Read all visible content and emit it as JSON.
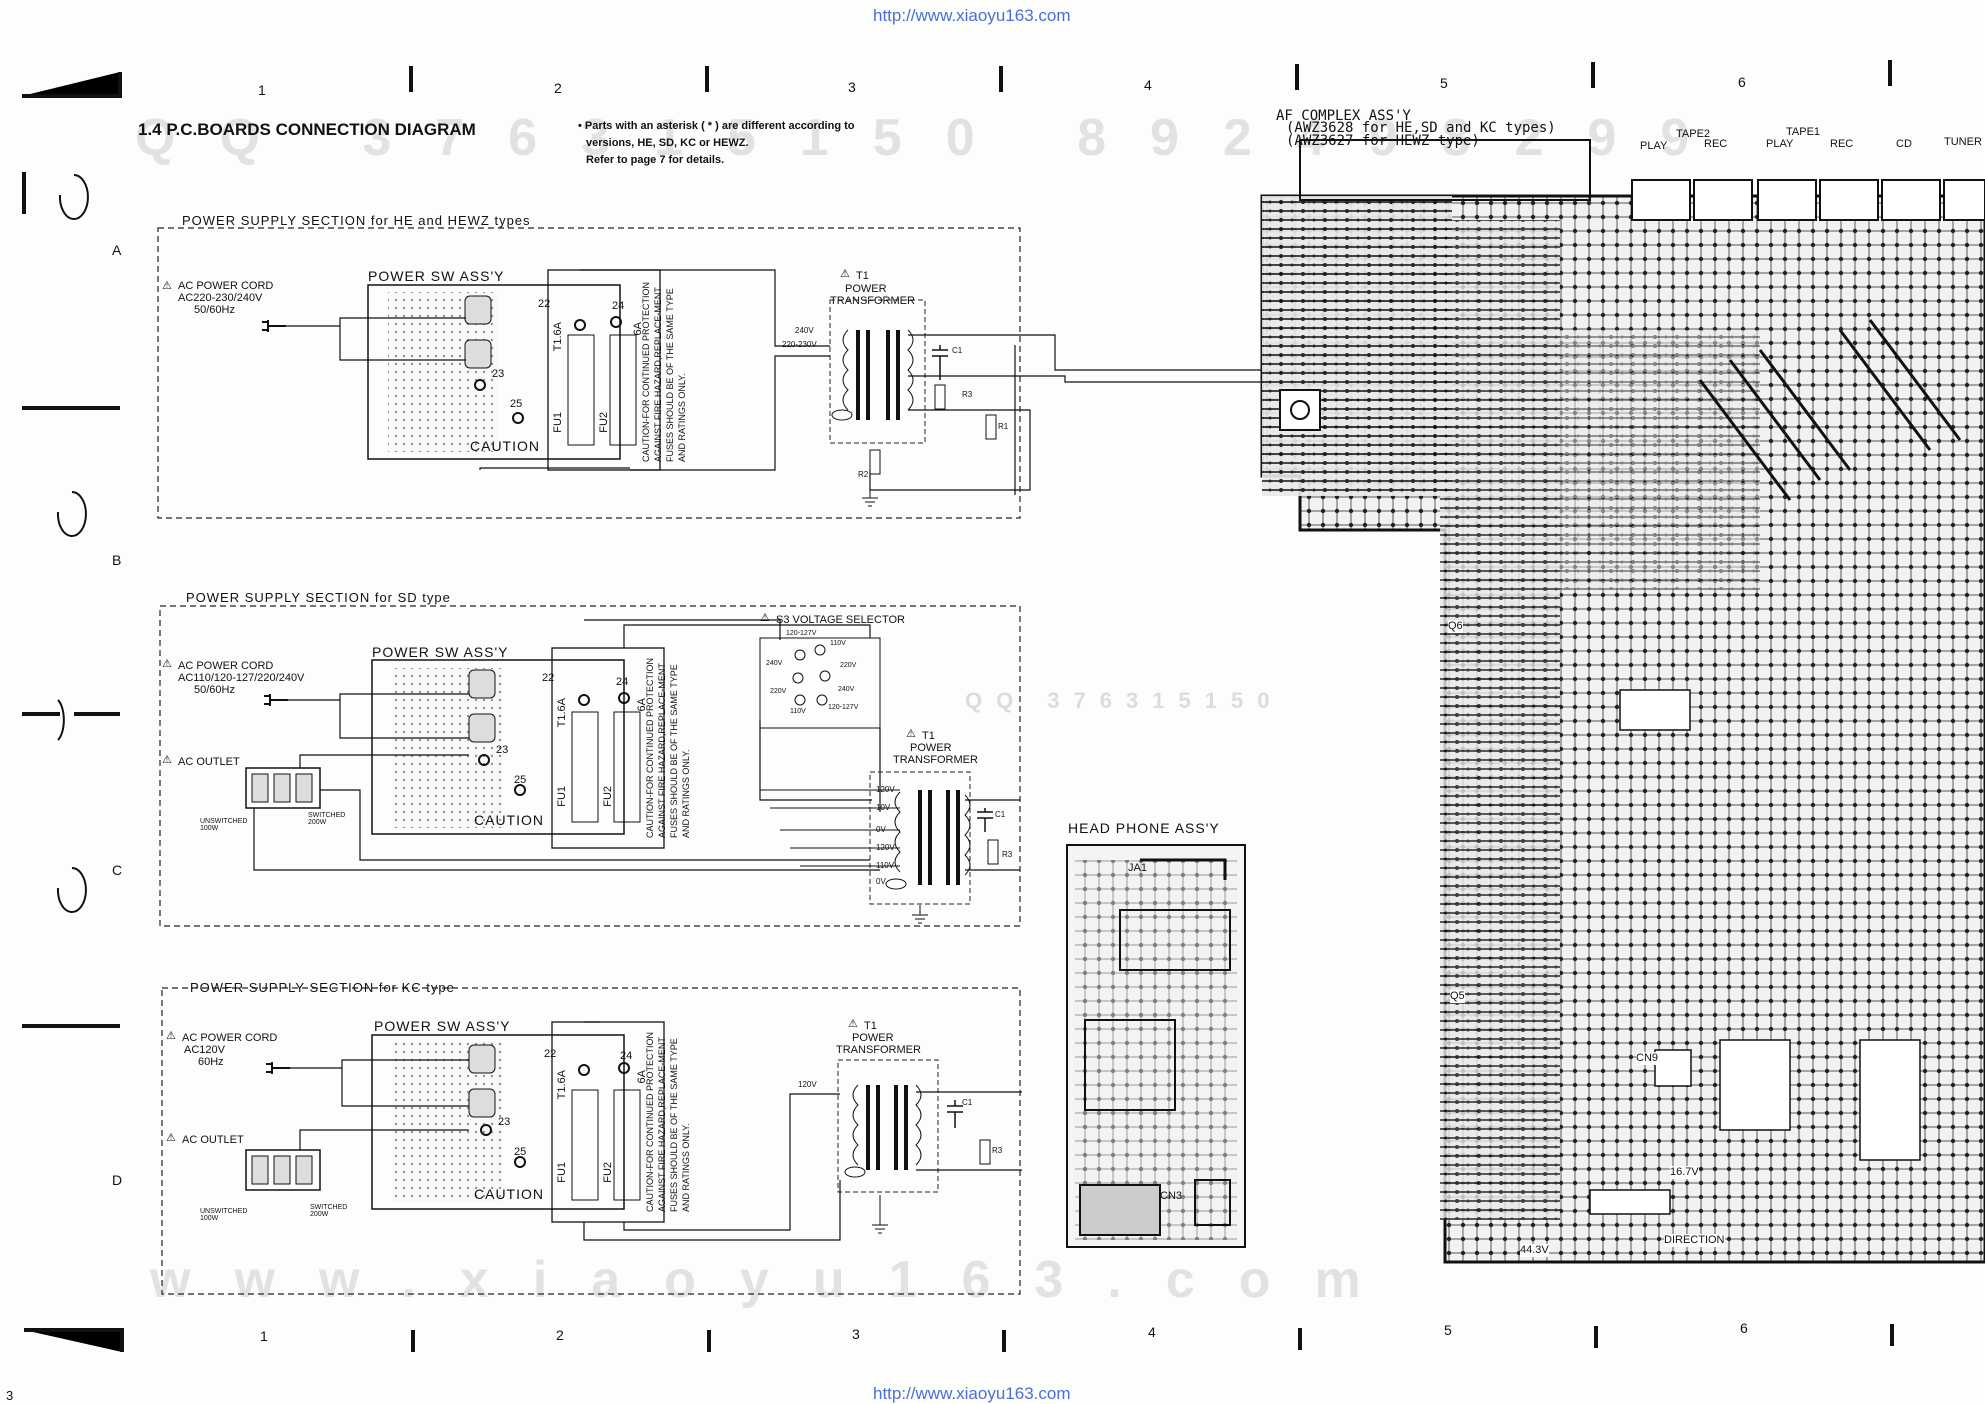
{
  "header": {
    "url_top": "http://www.xiaoyu163.com",
    "url_bottom": "http://www.xiaoyu163.com",
    "title": "1.4 P.C.BOARDS CONNECTION DIAGRAM",
    "note_line1": "• Parts with an asterisk (  *  ) are different according to",
    "note_line2": "versions, HE, SD, KC or HEWZ.",
    "note_line3": "Refer to page 7 for details.",
    "page_number": "3"
  },
  "grid": {
    "columns": [
      "1",
      "2",
      "3",
      "4",
      "5",
      "6"
    ],
    "rows": [
      "A",
      "B",
      "C",
      "D"
    ]
  },
  "watermarks": {
    "top": "QQ 376315150 892498299",
    "middle": "QQ 376315150",
    "bottom": "www.xiaoyu163.com"
  },
  "section_he": {
    "title": "POWER SUPPLY SECTION for HE and HEWZ types",
    "cord_label": "AC POWER CORD",
    "cord_voltage": "AC220-230/240V",
    "cord_freq": "50/60Hz",
    "switch_assy": "POWER SW ASS'Y",
    "t1": "T1",
    "transformer": "POWER",
    "transformer2": "TRANSFORMER",
    "tap1": "240V",
    "tap2": "220-230V",
    "fuse1": "T1.6A",
    "fuse2": "6A",
    "fu1": "FU1",
    "fu2": "FU2",
    "caution": "CAUTION",
    "caution_text": "CAUTION-FOR CONTINUED PROTECTION AGAINST FIRE HAZARD,REPLACE-MENT FUSES SHOULD BE OF THE SAME TYPE AND RATINGS ONLY.",
    "pin22": "22",
    "pin23": "23",
    "pin24": "24",
    "pin25": "25",
    "c1": "C1",
    "r1": "R1",
    "r2": "R2",
    "r3": "R3"
  },
  "section_sd": {
    "title": "POWER SUPPLY SECTION for SD type",
    "cord_label": "AC POWER CORD",
    "cord_voltage": "AC110/120-127/220/240V",
    "cord_freq": "50/60Hz",
    "outlet": "AC OUTLET",
    "unswitched": "UNSWITCHED 100W",
    "switched": "SWITCHED 200W",
    "switch_assy": "POWER SW ASS'Y",
    "selector": "S3 VOLTAGE SELECTOR",
    "sel_taps": [
      "120-127V",
      "110V",
      "240V",
      "220V",
      "220V",
      "240V",
      "110V",
      "120-127V"
    ],
    "t1": "T1",
    "transformer": "POWER",
    "transformer2": "TRANSFORMER",
    "taps": [
      "120V",
      "10V",
      "0V",
      "120V",
      "110V",
      "0V"
    ],
    "fuse1": "T1.6A",
    "fuse2": "6A",
    "fu1": "FU1",
    "fu2": "FU2",
    "caution": "CAUTION",
    "caution_text": "CAUTION-FOR CONTINUED PROTECTION AGAINST FIRE HAZARD,REPLACE-MENT FUSES SHOULD BE OF THE SAME TYPE AND RATINGS ONLY.",
    "pin22": "22",
    "pin23": "23",
    "pin24": "24",
    "pin25": "25",
    "c1": "C1",
    "r3": "R3"
  },
  "section_kc": {
    "title": "POWER SUPPLY SECTION for KC type",
    "cord_label": "AC POWER CORD",
    "cord_voltage": "AC120V",
    "cord_freq": "60Hz",
    "outlet": "AC OUTLET",
    "unswitched": "UNSWITCHED 100W",
    "switched": "SWITCHED 200W",
    "switch_assy": "POWER SW ASS'Y",
    "t1": "T1",
    "transformer": "POWER",
    "transformer2": "TRANSFORMER",
    "tap": "120V",
    "fuse1": "T1.6A",
    "fuse2": "6A",
    "fu1": "FU1",
    "fu2": "FU2",
    "caution": "CAUTION",
    "caution_text": "CAUTION-FOR CONTINUED PROTECTION AGAINST FIRE HAZARD,REPLACE-MENT FUSES SHOULD BE OF THE SAME TYPE AND RATINGS ONLY.",
    "pin22": "22",
    "pin23": "23",
    "pin24": "24",
    "pin25": "25",
    "c1": "C1",
    "r3": "R3"
  },
  "headphone": {
    "title": "HEAD PHONE ASS'Y",
    "jack": "JA1",
    "cn": "CN3"
  },
  "af_complex": {
    "title": "AF COMPLEX ASS'Y",
    "line1": "(AWZ3628 for HE,SD and KC types)",
    "line2": "(AWZ3627 for HEWZ type)",
    "tape2": "TAPE2",
    "tape1": "TAPE1",
    "jacks": [
      "PLAY",
      "REC",
      "PLAY",
      "REC",
      "CD",
      "TUNER"
    ],
    "q6": "Q6",
    "q5": "Q5",
    "cn9": "CN9",
    "v167": "16.7V",
    "v443": "44.3V",
    "direction": "DIRECTION"
  },
  "colors": {
    "ink": "#111111",
    "url": "#4a6fd8",
    "board": "#1a1a1a"
  }
}
